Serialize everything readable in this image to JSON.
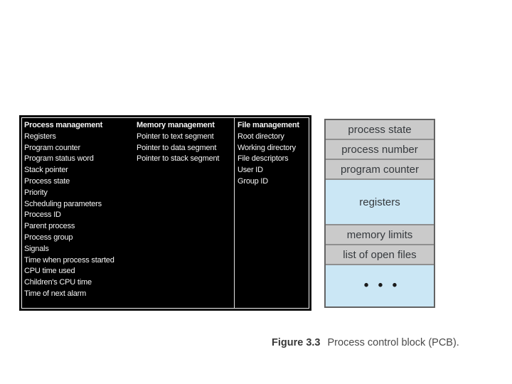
{
  "figure": {
    "caption_label": "Figure 3.3",
    "caption_text": "Process control block (PCB)."
  },
  "process_table": {
    "columns": [
      {
        "header": "Process management",
        "items": [
          "Registers",
          "Program counter",
          "Program status word",
          "Stack pointer",
          "Process state",
          "Priority",
          "Scheduling parameters",
          "Process ID",
          "Parent process",
          "Process group",
          "Signals",
          "Time when process started",
          "CPU time used",
          "Children's CPU time",
          "Time of next alarm"
        ]
      },
      {
        "header": "Memory management",
        "items": [
          "Pointer to text segment",
          "Pointer to data segment",
          "Pointer to stack segment"
        ]
      },
      {
        "header": "File management",
        "items": [
          "Root directory",
          "Working directory",
          "File descriptors",
          "User ID",
          "Group ID"
        ]
      }
    ],
    "colors": {
      "background": "#000000",
      "text": "#f5f5f5",
      "grid": "#ececec"
    }
  },
  "pcb": {
    "rows": [
      {
        "label": "process state",
        "fill": "gray"
      },
      {
        "label": "process number",
        "fill": "gray"
      },
      {
        "label": "program counter",
        "fill": "gray"
      },
      {
        "label": "registers",
        "fill": "blue"
      },
      {
        "label": "memory limits",
        "fill": "gray"
      },
      {
        "label": "list of open files",
        "fill": "gray"
      },
      {
        "label": "• • •",
        "fill": "blue"
      }
    ],
    "colors": {
      "gray": "#cacaca",
      "blue": "#cbe7f5",
      "border": "#636363",
      "text": "#35393d"
    }
  }
}
